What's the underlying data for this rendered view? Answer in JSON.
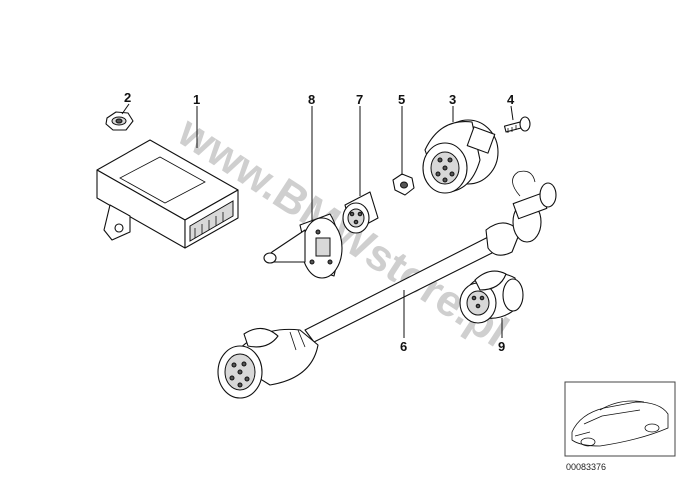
{
  "callouts": [
    {
      "id": "1",
      "text": "1"
    },
    {
      "id": "2",
      "text": "2"
    },
    {
      "id": "3",
      "text": "3"
    },
    {
      "id": "4",
      "text": "4"
    },
    {
      "id": "5",
      "text": "5"
    },
    {
      "id": "6",
      "text": "6"
    },
    {
      "id": "7",
      "text": "7"
    },
    {
      "id": "8",
      "text": "8"
    },
    {
      "id": "9",
      "text": "9"
    }
  ],
  "watermark": "www.BMWstore.pl",
  "diagram_code": "00083376"
}
